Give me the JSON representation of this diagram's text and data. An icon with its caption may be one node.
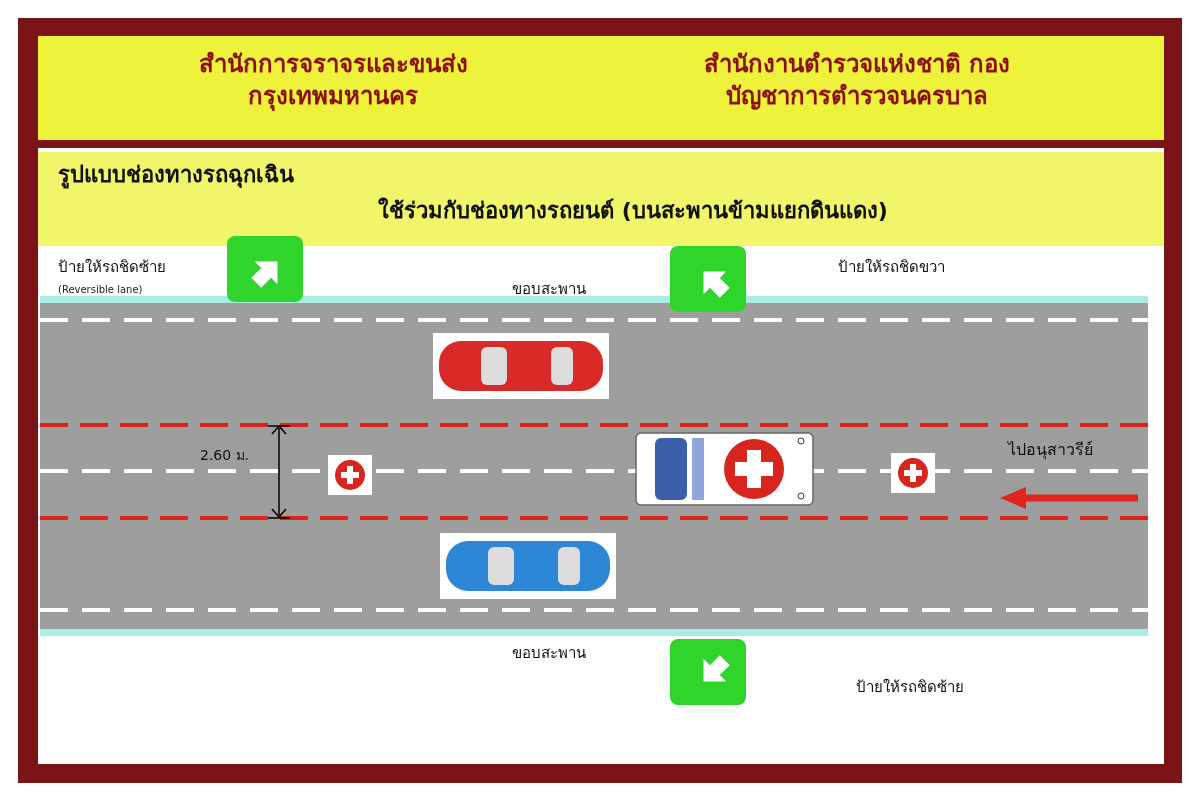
{
  "diagram": {
    "title": "รูปแบบช่องทางรถฉุกเฉิน",
    "labels": [
      "สำนักการจราจรและขนส่ง กรุงเทพมหานคร",
      "สำนักงานตำรวจแห่งชาติ กองบัญชาการตำรวจนครบาล",
      "ใช้ร่วมกับช่องทางรถยนต์ (บนสะพานข้ามแยกดินแดง)",
      "ป้ายให้รถชิดซ้าย",
      "(Reversible lane)",
      "ขอบสะพาน",
      "ป้ายให้รถชิดขวา",
      "2.60 ม.",
      "ไปอนุสาวรีย์",
      "ขอบสะพาน",
      "ป้ายให้รถชิดซ้าย"
    ]
  }
}
